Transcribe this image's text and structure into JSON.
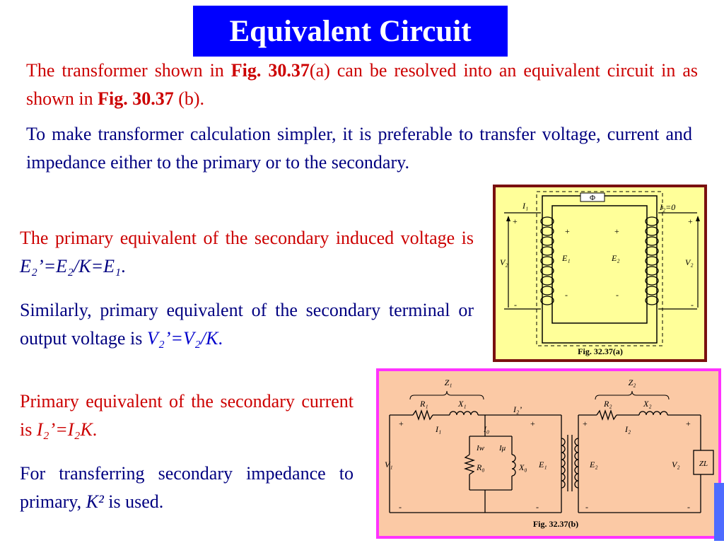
{
  "title": "Equivalent Circuit",
  "p1": {
    "t1": "The transformer shown in ",
    "b1": "Fig. 30.37",
    "t2": "(a) can be resolved into an equivalent circuit in as shown in ",
    "b2": "Fig. 30.37",
    "t3": " (b)."
  },
  "p2": "To make transformer calculation simpler, it is preferable to transfer voltage, current and impedance either to the primary or to the secondary.",
  "p3": {
    "text": "The primary equivalent of the secondary induced voltage is ",
    "formula": "E₂’=E₂/K=E₁",
    "end": "."
  },
  "p4": {
    "text": "Similarly, primary equivalent of the secondary terminal or output voltage is ",
    "formula": "V₂’=V₂/K",
    "end": "."
  },
  "p5": {
    "text": "Primary equivalent of the secondary current is ",
    "formula": "I₂’=I₂K",
    "end": "."
  },
  "p6": {
    "text": "For transferring secondary impedance to primary, ",
    "formula": "K²",
    "end": " is used."
  },
  "fig_a": {
    "caption": "Fig. 32.37(a)",
    "flux": "Φ",
    "i1": "I₁",
    "i2": "I₂=0",
    "v_left": "V₂",
    "v_right": "V₂",
    "e1": "E₁",
    "e2": "E₂",
    "plus": "+",
    "minus": "-"
  },
  "fig_b": {
    "caption": "Fig. 32.37(b)",
    "z1": "Z₁",
    "z2": "Z₂",
    "r1": "R₁",
    "x1": "X₁",
    "r2": "R₂",
    "x2": "X₂",
    "i1": "I₁",
    "i0": "I₀",
    "i2p": "I₂’",
    "i2": "I₂",
    "iw": "Iw",
    "imu": "Iμ",
    "r0": "R₀",
    "x0": "X₀",
    "v1": "V₁",
    "e1": "E₁",
    "e2": "E₂",
    "v2": "V₂",
    "zl": "ZL",
    "plus": "+",
    "minus": "-"
  },
  "colors": {
    "title_bg": "#0000ff",
    "red": "#cc0000",
    "navy": "#000080",
    "blue": "#0000cc",
    "fig_a_bg": "#ffff99",
    "fig_b_bg": "#fbc9a5",
    "fig_b_border": "#ff33ff"
  }
}
